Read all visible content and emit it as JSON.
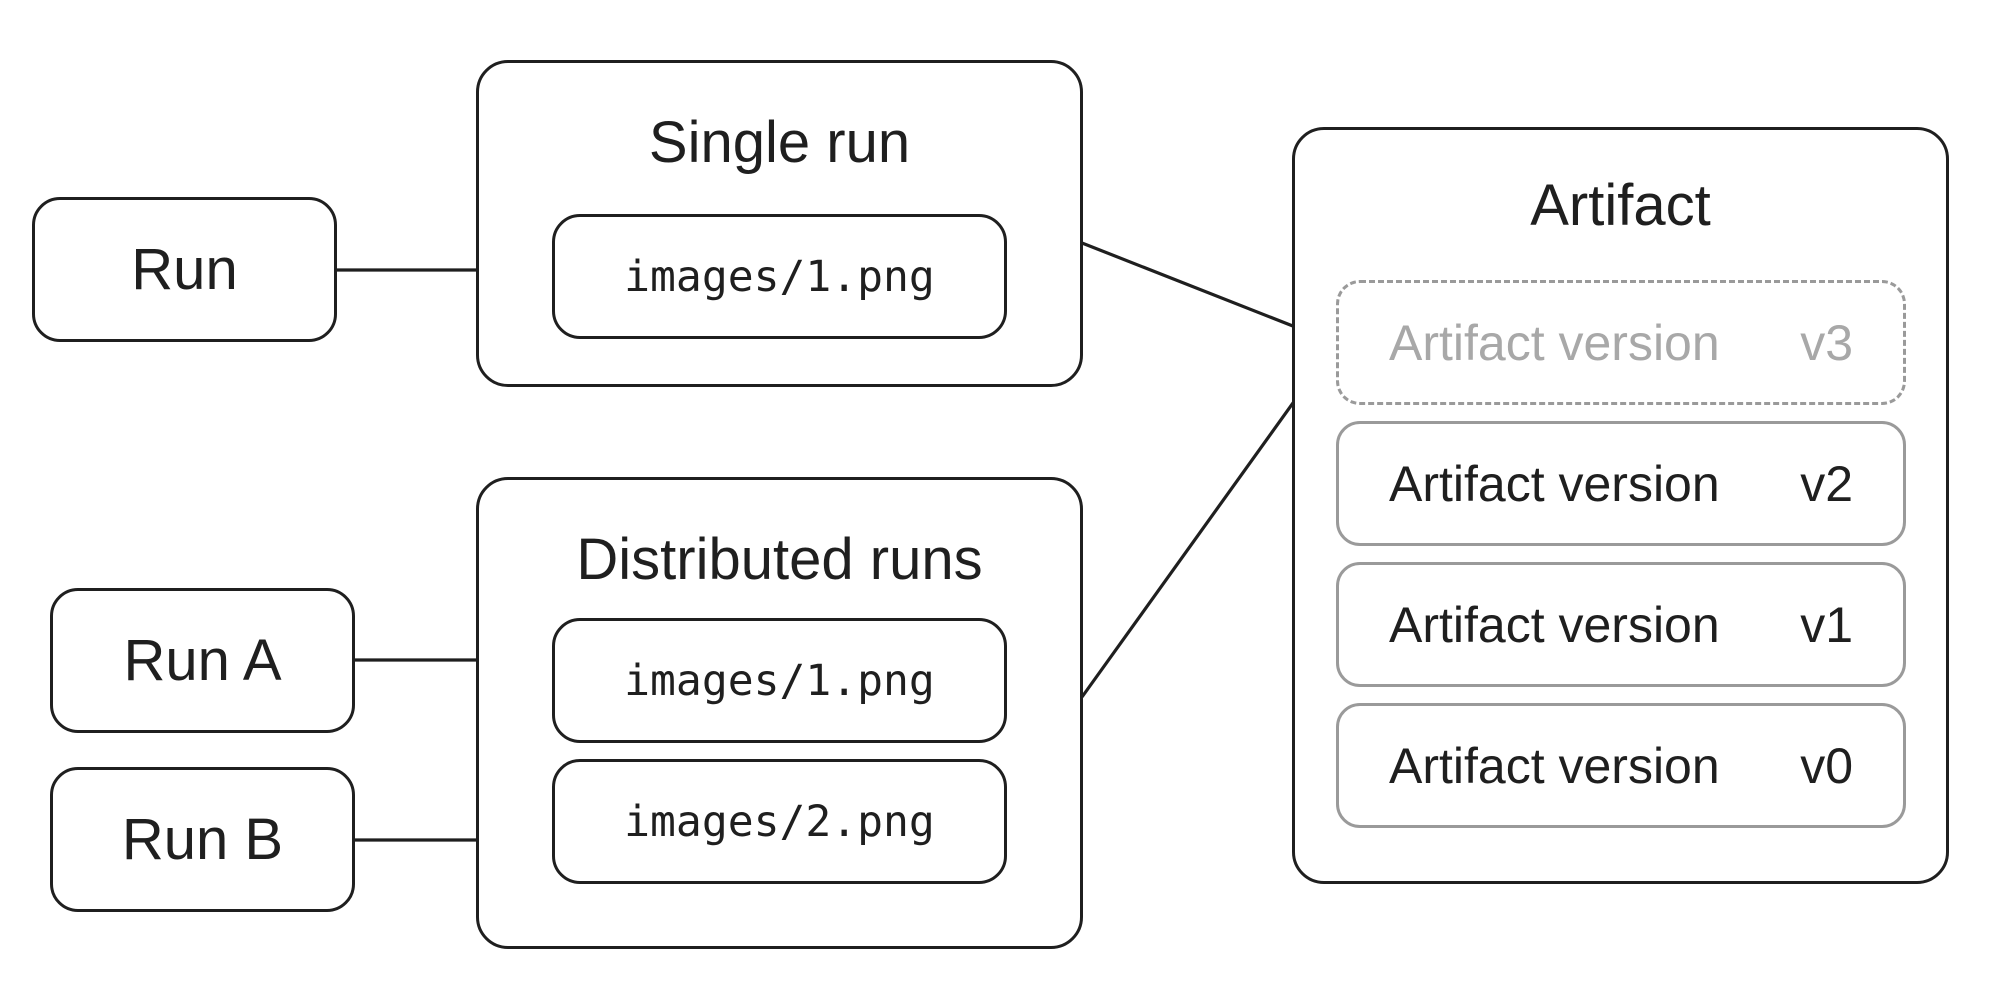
{
  "runs": {
    "single": "Run",
    "a": "Run A",
    "b": "Run B"
  },
  "groups": {
    "single": {
      "title": "Single run",
      "files": [
        "images/1.png"
      ]
    },
    "distributed": {
      "title": "Distributed runs",
      "files": [
        "images/1.png",
        "images/2.png"
      ]
    }
  },
  "artifact": {
    "title": "Artifact",
    "versions": [
      {
        "label": "Artifact version",
        "tag": "v3",
        "state": "pending"
      },
      {
        "label": "Artifact version",
        "tag": "v2",
        "state": "committed"
      },
      {
        "label": "Artifact version",
        "tag": "v1",
        "state": "committed"
      },
      {
        "label": "Artifact version",
        "tag": "v0",
        "state": "committed"
      }
    ]
  },
  "colors": {
    "stroke": "#1f1f1f",
    "muted_border": "#9a9a9a",
    "muted_text": "#a8a8a8"
  }
}
